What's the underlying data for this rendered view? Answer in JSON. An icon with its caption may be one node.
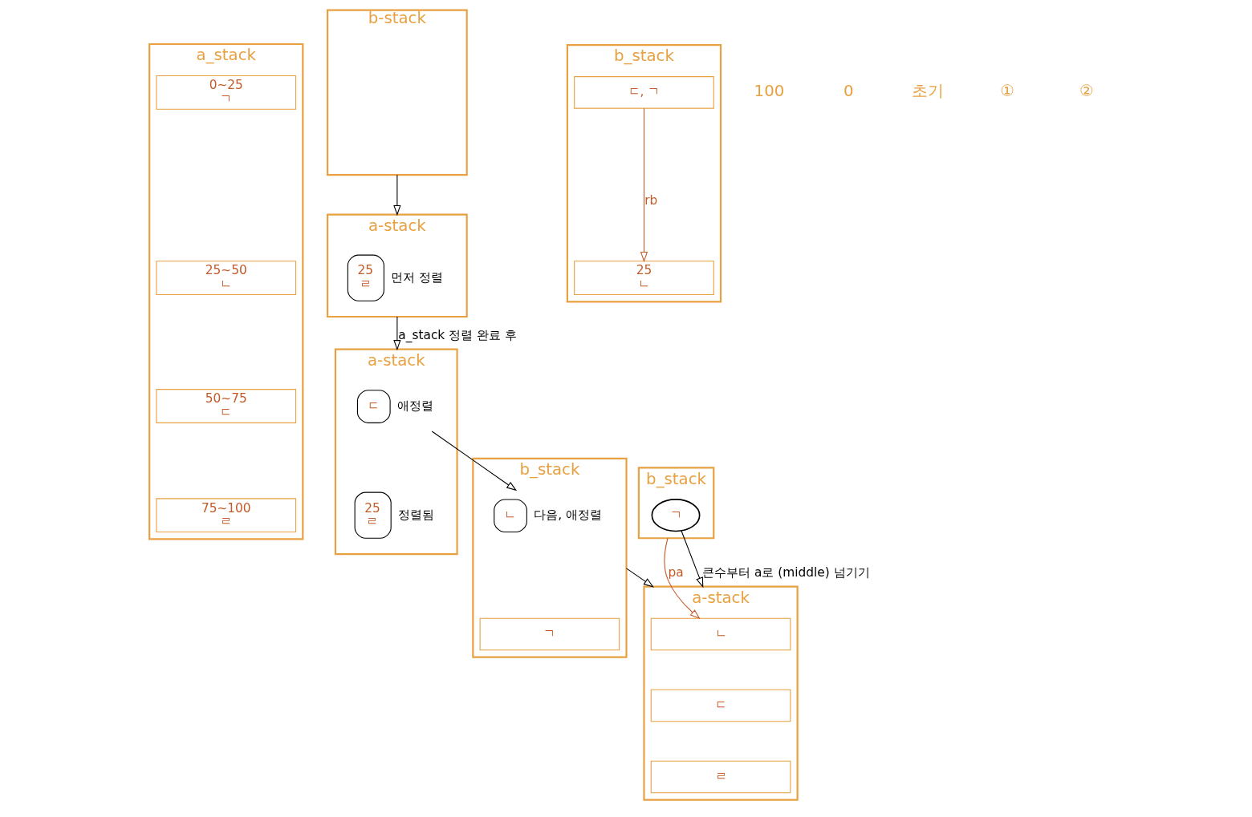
{
  "diagram": {
    "nodes": [
      {
        "text": [
          "a_stack"
        ]
      },
      {
        "text": [
          "0~25",
          "ㄱ"
        ],
        "in": 0
      },
      {
        "text": [
          "25~50",
          "ㄴ"
        ],
        "in": 0
      },
      {
        "text": [
          "50~75",
          "ㄷ"
        ],
        "in": 0
      },
      {
        "text": [
          "75~100",
          "ㄹ"
        ],
        "in": 0
      },
      {
        "text": [
          "b-stack"
        ]
      },
      {
        "text": [
          "a-stack"
        ]
      },
      {
        "text": [
          "25",
          "ㄹ"
        ],
        "in": 6,
        "beside": [
          "먼저 정렬"
        ]
      },
      {
        "text": [
          "b_stack"
        ]
      },
      {
        "text": [
          "ㄷ, ㄱ"
        ],
        "in": 8
      },
      {
        "text": [
          "25",
          "ㄴ"
        ],
        "in": 8
      },
      {
        "text": [
          "a-stack"
        ]
      },
      {
        "text": [
          "ㄷ"
        ],
        "in": 11,
        "beside": [
          "애정렬"
        ]
      },
      {
        "text": [
          "25",
          "ㄹ"
        ],
        "in": 11,
        "beside": [
          "정렬됨"
        ]
      },
      {
        "text": [
          "b_stack"
        ]
      },
      {
        "text": [
          "ㄴ"
        ],
        "in": 14,
        "beside": [
          "다음, 애정렬"
        ]
      },
      {
        "text": [
          "ㄱ"
        ],
        "in": 14
      },
      {
        "text": [
          "a-stack"
        ]
      },
      {
        "text": [
          "ㄴ"
        ],
        "in": 17
      },
      {
        "text": [
          "ㄷ"
        ],
        "in": 17
      },
      {
        "text": [
          "ㄹ"
        ],
        "in": 17
      },
      {
        "text": [
          "b_stack"
        ]
      },
      {
        "text": [
          "ㄱ"
        ],
        "in": 21
      }
    ],
    "edges": [
      {
        "from": 5,
        "to": 6,
        "arrow": "to"
      },
      {
        "from": 9,
        "to": 10,
        "arrow": "to",
        "label": "rb",
        "color": "#c45a28"
      },
      {
        "from": 6,
        "to": 11,
        "arrow": "to",
        "label": "a_stack 정렬 완료 후"
      },
      {
        "from": 12,
        "to": 15,
        "arrow": "to"
      },
      {
        "from": 14,
        "to": 17,
        "arrow": "to"
      },
      {
        "from": 21,
        "to": 18,
        "arrow": "to",
        "label": "pa",
        "color": "#c45a28"
      },
      {
        "from": 22,
        "to": 17,
        "arrow": "to",
        "label": "큰수부터 a로 (middle) 넘기기"
      }
    ],
    "labels": [
      "100",
      "0",
      "초기",
      "①",
      "②"
    ]
  }
}
